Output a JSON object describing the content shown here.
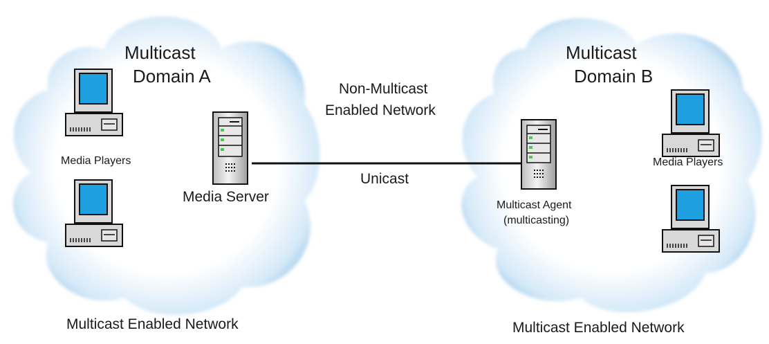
{
  "domain_a": {
    "title_line1": "Multicast",
    "title_line2": "Domain A",
    "players_label": "Media Players",
    "server_label": "Media Server",
    "network_label": "Multicast Enabled Network"
  },
  "domain_b": {
    "title_line1": "Multicast",
    "title_line2": "Domain B",
    "players_label": "Media Players",
    "agent_label_line1": "Multicast Agent",
    "agent_label_line2": "(multicasting)",
    "network_label": "Multicast Enabled Network"
  },
  "link": {
    "network_line1": "Non-Multicast",
    "network_line2": "Enabled Network",
    "label": "Unicast"
  },
  "colors": {
    "cloud_center": "#ffffff",
    "cloud_edge": "#9ec9ea",
    "screen": "#1e9fe0",
    "device_body": "#dcdcdc",
    "outline": "#111111",
    "led": "#3fd14a"
  }
}
